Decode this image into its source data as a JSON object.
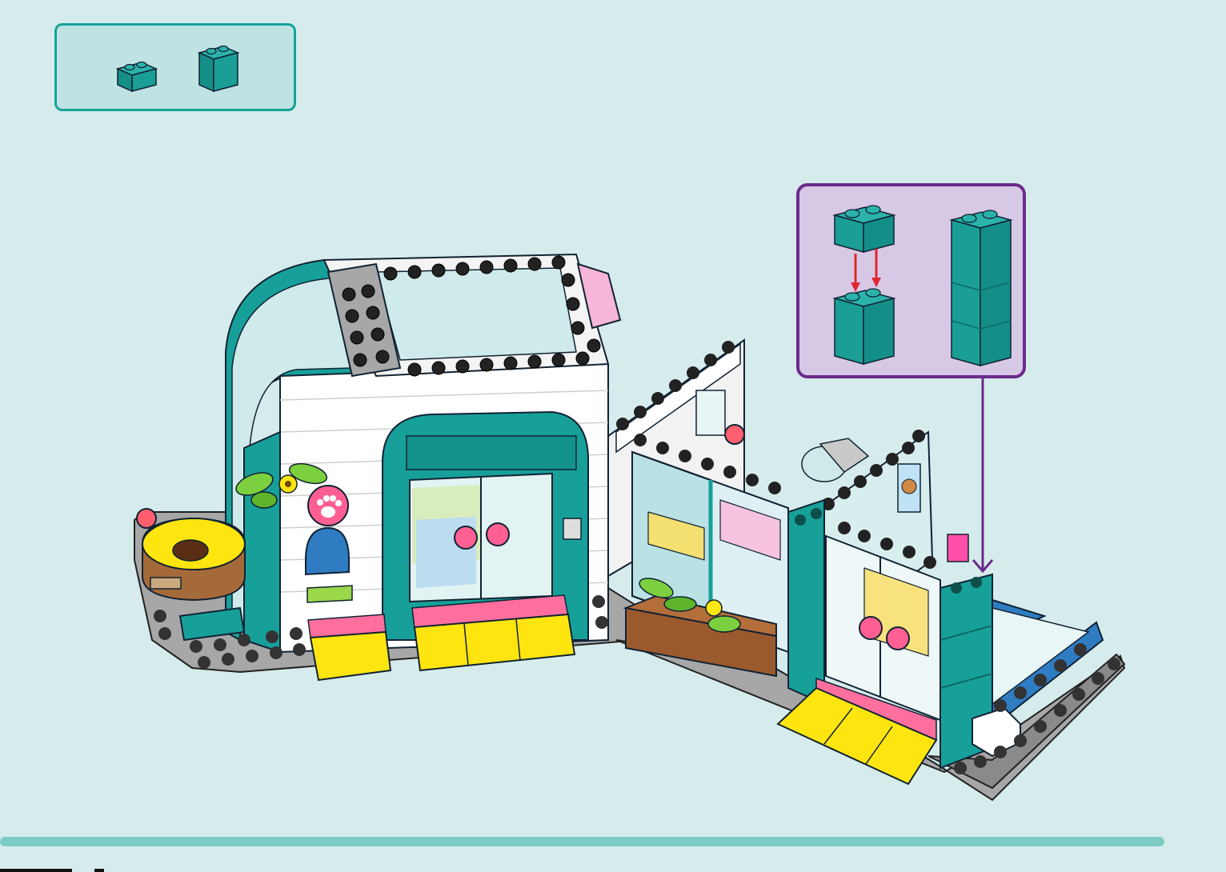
{
  "colors": {
    "background": "#d6ecec",
    "teal": "#17a09a",
    "teal_dark": "#0c6b66",
    "white_brick": "#ffffff",
    "gray_plate": "#9c9c9c",
    "yellow": "#ffe50f",
    "pink": "#ff6f9e",
    "blue": "#2f7cc2",
    "callout_fill": "#d7c9e6",
    "callout_border": "#6b2a8c",
    "arrow_red": "#e0262e",
    "progress": "#7ecbc5"
  },
  "parts_list": {
    "items": [
      {
        "part": "brick-1x2",
        "color": "teal",
        "icon": "brick-1x2-icon"
      },
      {
        "part": "brick-1x2x2",
        "color": "teal",
        "icon": "brick-1x2x2-icon"
      }
    ]
  },
  "callout": {
    "steps": [
      {
        "part": "brick-1x2",
        "icon": "brick-1x2-icon",
        "action": "press-down-arrows"
      },
      {
        "part": "brick-1x2x2",
        "icon": "brick-1x2x2-icon",
        "action": "result"
      }
    ],
    "pointer": "callout-pointer-arrow"
  },
  "model": {
    "icon": "pet-shop-model-illustration",
    "sign_icon": "paw-print-icon"
  },
  "progress": {
    "fraction": 0.95
  }
}
